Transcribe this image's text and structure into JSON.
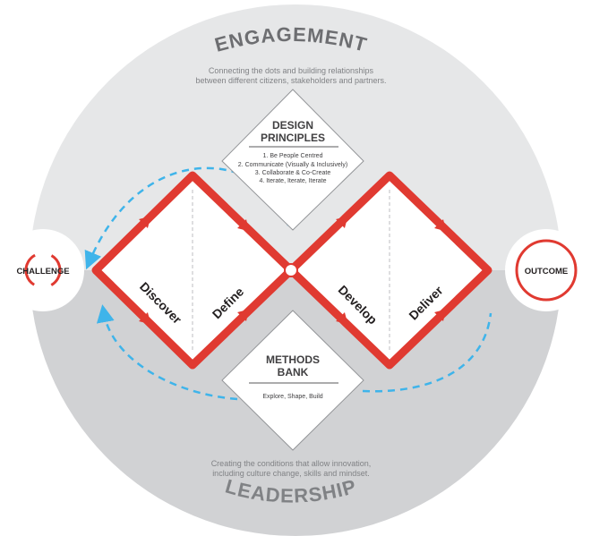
{
  "engagement": {
    "title": "ENGAGEMENT",
    "desc_line1": "Connecting the dots and building relationships",
    "desc_line2": "between different citizens, stakeholders and partners."
  },
  "leadership": {
    "title": "LEADERSHIP",
    "desc_line1": "Creating the conditions that allow innovation,",
    "desc_line2": "including culture change, skills and mindset."
  },
  "design_principles": {
    "title_line1": "DESIGN",
    "title_line2": "PRINCIPLES",
    "items": [
      "1. Be People Centred",
      "2. Communicate (Visually & Inclusively)",
      "3. Collaborate & Co-Create",
      "4. Iterate, Iterate, Iterate"
    ]
  },
  "methods_bank": {
    "title_line1": "METHODS",
    "title_line2": "BANK",
    "subtitle": "Explore, Shape, Build"
  },
  "phases": [
    "Discover",
    "Define",
    "Develop",
    "Deliver"
  ],
  "challenge": "CHALLENGE",
  "outcome": "OUTCOME",
  "colors": {
    "red": "#e03a31",
    "blue": "#3fb4ea",
    "top_gray": "#e6e7e8",
    "bottom_gray": "#d1d2d4",
    "text_gray": "#6d6e71"
  }
}
